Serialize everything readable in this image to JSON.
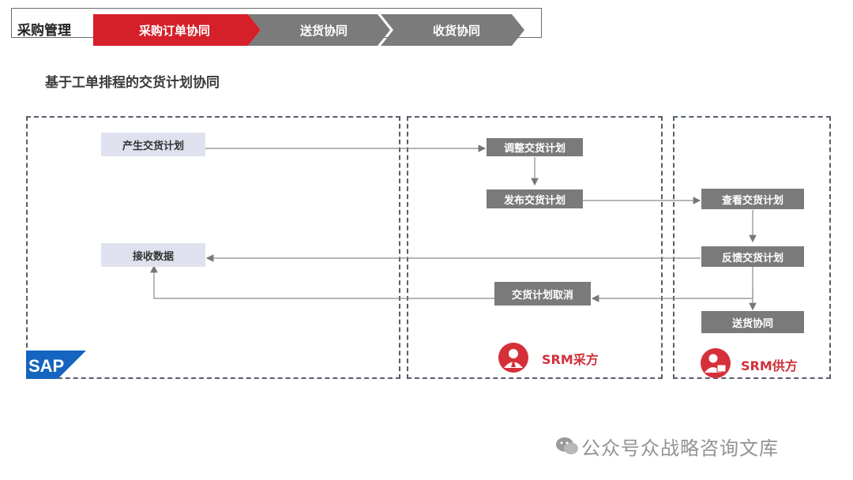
{
  "header": {
    "title": "采购管理",
    "steps": [
      {
        "label": "采购订单协同",
        "active": true
      },
      {
        "label": "送货协同",
        "active": false
      },
      {
        "label": "收货协同",
        "active": false
      }
    ]
  },
  "subtitle": "基于工单排程的交货计划协同",
  "nodes": {
    "generate_plan": "产生交货计划",
    "receive_data": "接收数据",
    "adjust_plan": "调整交货计划",
    "publish_plan": "发布交货计划",
    "cancel_plan": "交货计划取消",
    "view_plan": "查看交货计划",
    "feedback_plan": "反馈交货计划",
    "delivery_collab": "送货协同"
  },
  "systems": {
    "sap": "SAP",
    "buyer": "SRM采方",
    "supplier": "SRM供方"
  },
  "watermark": "公众号众战略咨询文库",
  "colors": {
    "accent_red": "#d5202a",
    "step_gray": "#7b7b7b",
    "dark_box": "#7a7a7a",
    "light_box": "#dfe2ee",
    "sap_blue": "#1565c0"
  }
}
